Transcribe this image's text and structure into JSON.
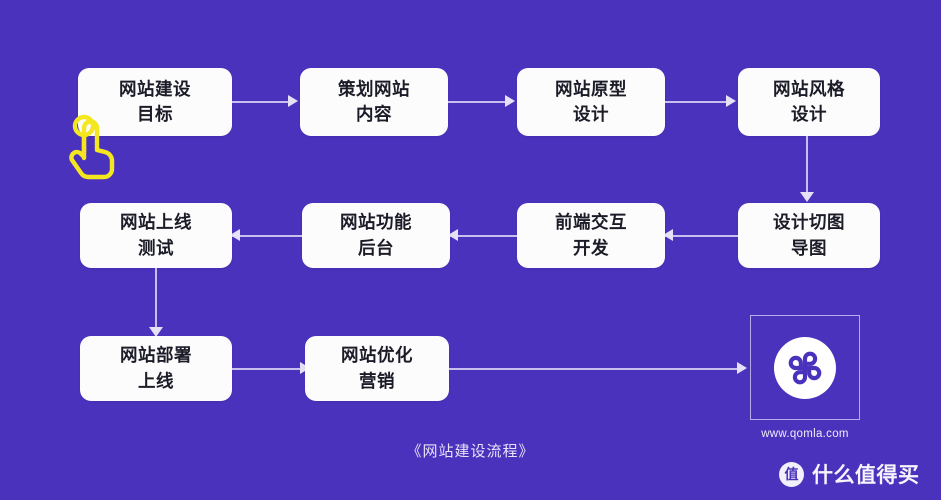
{
  "canvas": {
    "background_color": "#4b32bd",
    "box_fill": "#fcfcfd",
    "box_text_color": "#1c1c28",
    "connector_color": "#c9bfee",
    "cursor_color": "#f5e71f"
  },
  "caption": "《网站建设流程》",
  "nodes": [
    {
      "id": "n1",
      "line1": "网站建设",
      "line2": "目标"
    },
    {
      "id": "n2",
      "line1": "策划网站",
      "line2": "内容"
    },
    {
      "id": "n3",
      "line1": "网站原型",
      "line2": "设计"
    },
    {
      "id": "n4",
      "line1": "网站风格",
      "line2": "设计"
    },
    {
      "id": "n5",
      "line1": "设计切图",
      "line2": "导图"
    },
    {
      "id": "n6",
      "line1": "前端交互",
      "line2": "开发"
    },
    {
      "id": "n7",
      "line1": "网站功能",
      "line2": "后台"
    },
    {
      "id": "n8",
      "line1": "网站上线",
      "line2": "测试"
    },
    {
      "id": "n9",
      "line1": "网站部署",
      "line2": "上线"
    },
    {
      "id": "n10",
      "line1": "网站优化",
      "line2": "营销"
    }
  ],
  "logo": {
    "url": "www.qomla.com",
    "mark_name": "qomla-pinwheel-logo",
    "mark_color": "#4b32bd",
    "disc_color": "#ffffff"
  },
  "watermark": {
    "badge_char": "值",
    "text": "什么值得买"
  },
  "cursor": {
    "name": "tap-hand-cursor",
    "color": "#f5e71f"
  }
}
